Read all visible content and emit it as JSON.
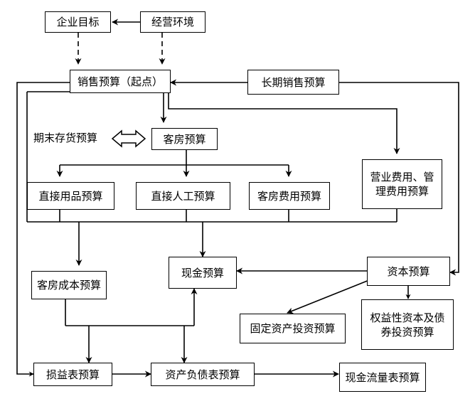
{
  "nodes": {
    "enterprise_goal": "企业目标",
    "business_env": "经营环境",
    "sales_budget": "销售预算（起点）",
    "long_term_sales": "长期销售预算",
    "ending_inventory": "期末存货预算",
    "room_budget": "客房预算",
    "operating_expense": "营业费用、管理费用预算",
    "direct_supplies": "直接用品预算",
    "direct_labor": "直接人工预算",
    "room_expense": "客房费用预算",
    "room_cost": "客房成本预算",
    "cash_budget": "现金预算",
    "capital_budget": "资本预算",
    "fixed_asset_investment": "固定资产投资预算",
    "equity_debt_investment": "权益性资本及债券投资预算",
    "income_statement": "损益表预算",
    "balance_sheet": "资产负债表预算",
    "cash_flow_statement": "现金流量表预算"
  }
}
